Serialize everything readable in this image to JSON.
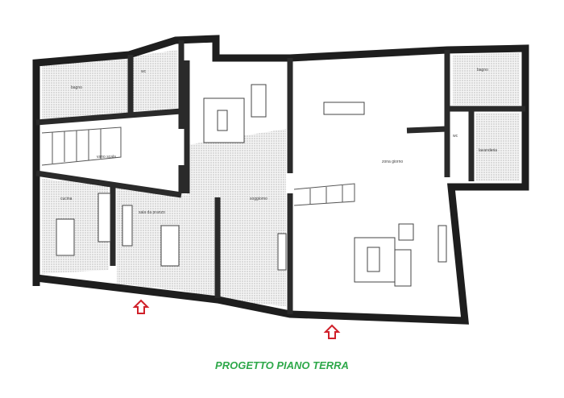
{
  "caption": "PROGETTO PIANO TERRA",
  "rooms": {
    "bagno_1": "bagno",
    "wc_1": "wc",
    "vano_scala": "vano scala",
    "cucina": "cucina",
    "sala_pranzo": "sala da pranzo",
    "soggiorno": "soggiorno",
    "zona_giorno": "zona giorno",
    "bagno_2": "bagno",
    "wc_2": "wc",
    "lavanderia": "lavanderia"
  },
  "colors": {
    "caption": "#2ea84a",
    "entrance_arrow": "#d0202a",
    "walls": "#1e1e1e"
  },
  "icons": [
    "entrance-arrow-icon",
    "entrance-arrow-icon"
  ]
}
